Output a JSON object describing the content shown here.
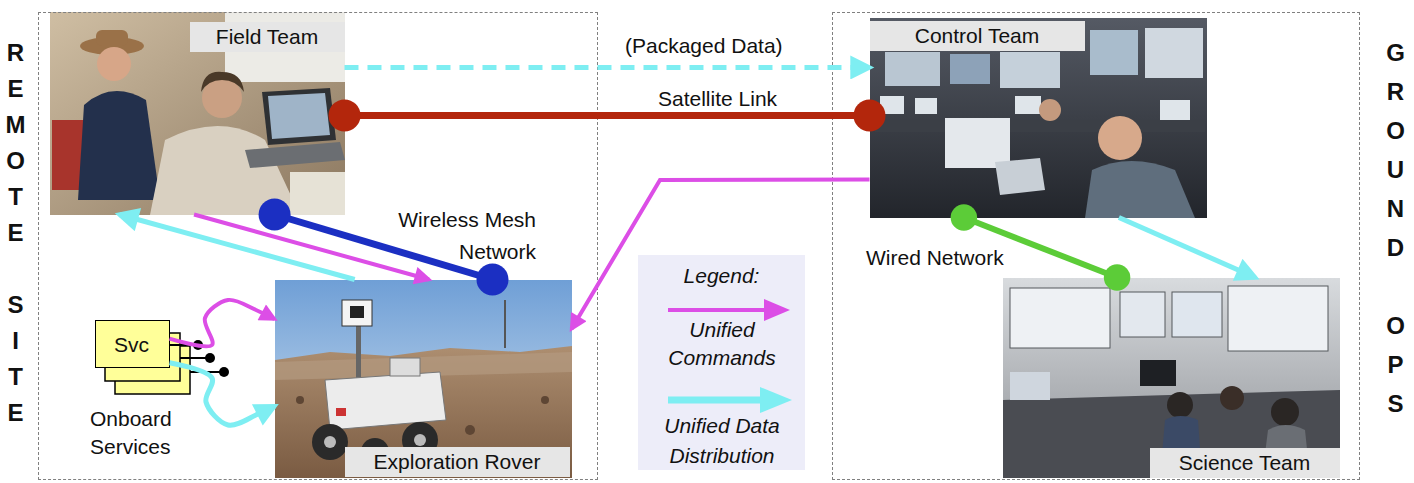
{
  "diagram": {
    "nodes": [
      {
        "text": [
          "REMOTE SITE"
        ]
      },
      {
        "text": [
          "Field Team"
        ],
        "in": 0
      },
      {
        "text": [
          "Exploration Rover"
        ],
        "in": 0
      },
      {
        "text": [
          "Svc"
        ],
        "in": 0
      },
      {
        "text": [
          "GROUND OPS"
        ]
      },
      {
        "text": [
          "Control Team"
        ],
        "in": 4
      },
      {
        "text": [
          "Science Team"
        ],
        "in": 4
      }
    ],
    "edges": [
      {
        "from": 1,
        "to": 5,
        "arrow": "to",
        "label": "(Packaged Data)"
      },
      {
        "from": 1,
        "to": 5,
        "arrow": "none",
        "label": "Satellite Link"
      },
      {
        "from": 1,
        "to": 2,
        "arrow": "none",
        "label": "Wireless Mesh Network"
      },
      {
        "from": 1,
        "to": 2,
        "arrow": "to"
      },
      {
        "from": 2,
        "to": 1,
        "arrow": "to"
      },
      {
        "from": 3,
        "to": 2,
        "arrow": "to"
      },
      {
        "from": 3,
        "to": 2,
        "arrow": "to"
      },
      {
        "from": 5,
        "to": 2,
        "arrow": "to"
      },
      {
        "from": 5,
        "to": 6,
        "arrow": "none",
        "label": "Wired Network"
      },
      {
        "from": 5,
        "to": 6,
        "arrow": "to"
      }
    ],
    "labels": [
      "Onboard Services",
      "Legend:"
    ],
    "legend": [
      {
        "text": "Unified Commands"
      },
      {
        "text": "Unified Data Distribution"
      }
    ]
  }
}
